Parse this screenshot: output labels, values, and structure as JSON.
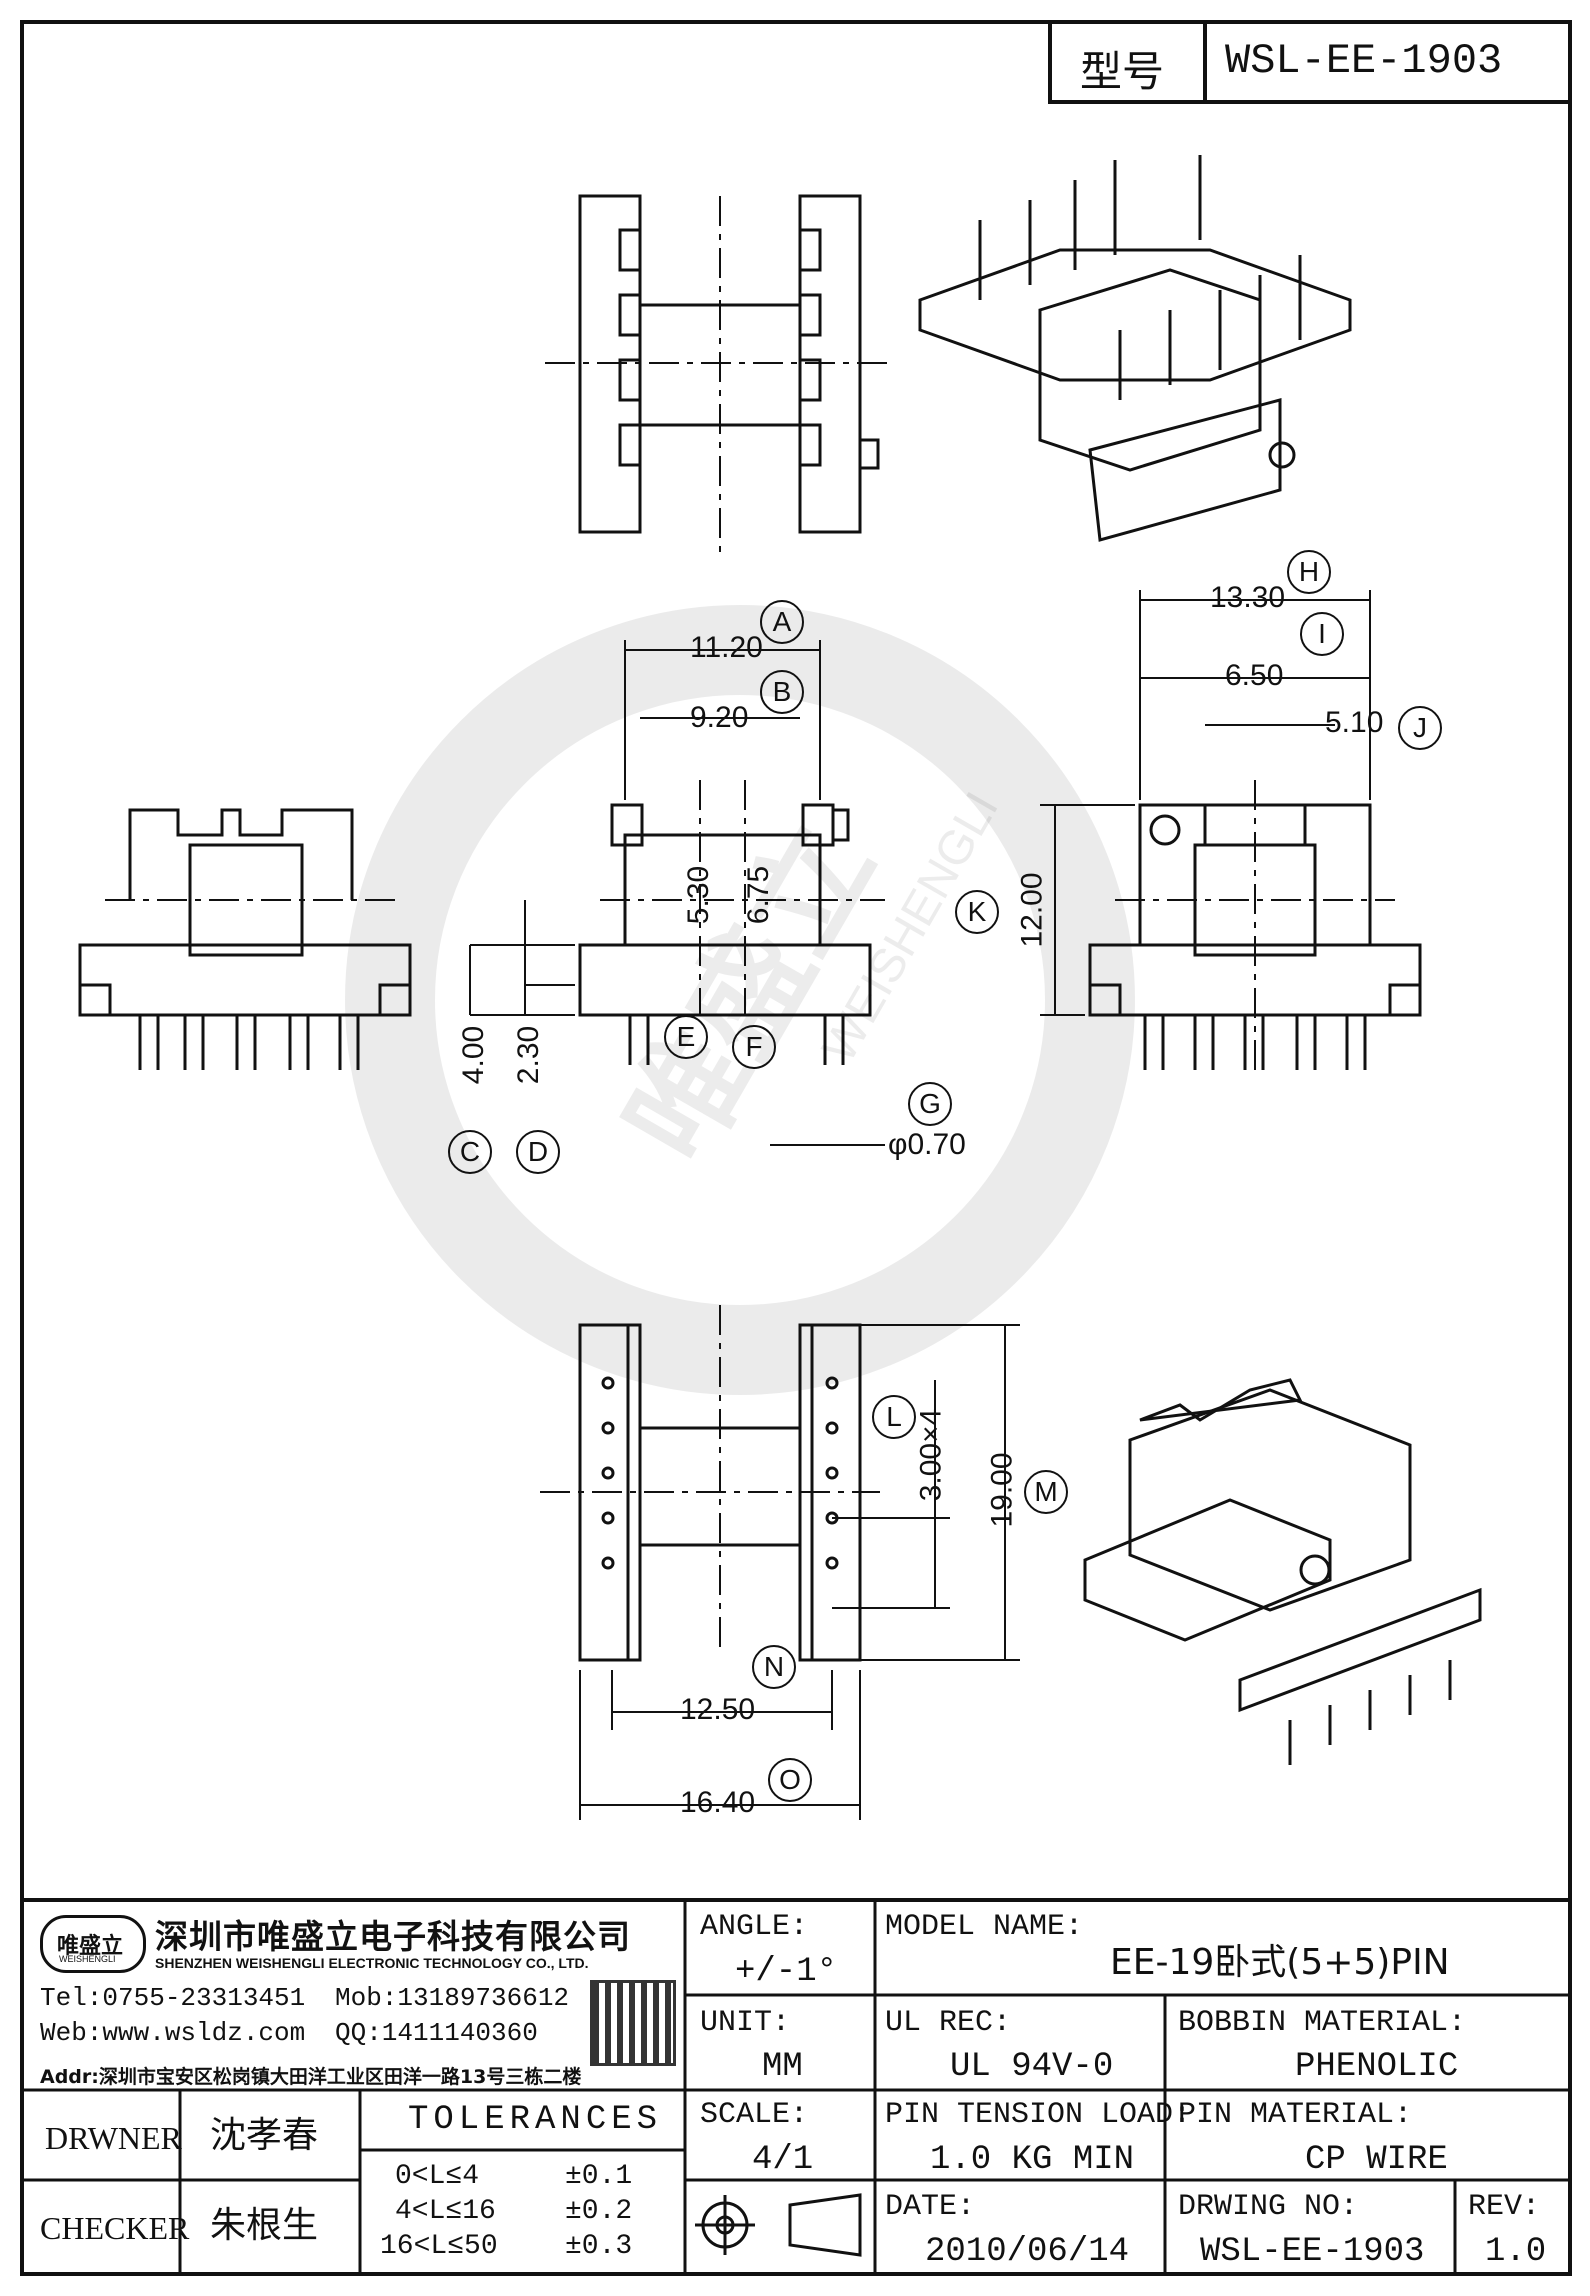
{
  "header": {
    "label": "型号",
    "part_number": "WSL-EE-1903"
  },
  "dimensions": [
    {
      "id": "A",
      "value": "11.20"
    },
    {
      "id": "B",
      "value": "9.20"
    },
    {
      "id": "C",
      "value": "4.00"
    },
    {
      "id": "D",
      "value": "2.30"
    },
    {
      "id": "E",
      "value": "5.30"
    },
    {
      "id": "F",
      "value": "6.75"
    },
    {
      "id": "G",
      "value": "φ0.70"
    },
    {
      "id": "H",
      "value": "13.30"
    },
    {
      "id": "I",
      "value": "6.50"
    },
    {
      "id": "J",
      "value": "5.10"
    },
    {
      "id": "K",
      "value": "12.00"
    },
    {
      "id": "L",
      "value": "3.00×4"
    },
    {
      "id": "M",
      "value": "19.00"
    },
    {
      "id": "N",
      "value": "12.50"
    },
    {
      "id": "O",
      "value": "16.40"
    }
  ],
  "company": {
    "logo_text": "唯盛立",
    "logo_sub": "WEISHENGLI",
    "name_cn": "深圳市唯盛立电子科技有限公司",
    "name_en": "SHENZHEN WEISHENGLI ELECTRONIC TECHNOLOGY CO., LTD.",
    "tel": "Tel:0755-23313451",
    "mob": "Mob:13189736612",
    "web": "Web:www.wsldz.com",
    "qq": "QQ:1411140360",
    "addr": "Addr:深圳市宝安区松岗镇大田洋工业区田洋一路13号三栋二楼"
  },
  "title_block": {
    "angle_label": "ANGLE:",
    "angle_value": "+/-1°",
    "model_label": "MODEL NAME:",
    "model_value": "EE-19卧式(5+5)PIN",
    "unit_label": "UNIT:",
    "unit_value": "MM",
    "ul_label": "UL REC:",
    "ul_value": "UL 94V-0",
    "bobbin_label": "BOBBIN MATERIAL:",
    "bobbin_value": "PHENOLIC",
    "scale_label": "SCALE:",
    "scale_value": "4/1",
    "tension_label": "PIN TENSION LOAD:",
    "tension_value": "1.0 KG MIN",
    "pinmat_label": "PIN MATERIAL:",
    "pinmat_value": "CP WIRE",
    "date_label": "DATE:",
    "date_value": "2010/06/14",
    "drwno_label": "DRWING NO:",
    "drwno_value": "WSL-EE-1903",
    "rev_label": "REV:",
    "rev_value": "1.0",
    "drawner_label": "DRWNER",
    "drawner_value": "沈孝春",
    "checker_label": "CHECKER",
    "checker_value": "朱根生",
    "tolerances_label": "TOLERANCES",
    "tol_rows": [
      {
        "range": "0<L≤4",
        "value": "±0.1"
      },
      {
        "range": "4<L≤16",
        "value": "±0.2"
      },
      {
        "range": "16<L≤50",
        "value": "±0.3"
      }
    ]
  },
  "watermark": {
    "text": "唯盛立",
    "sub": "WEISHENGLI"
  }
}
